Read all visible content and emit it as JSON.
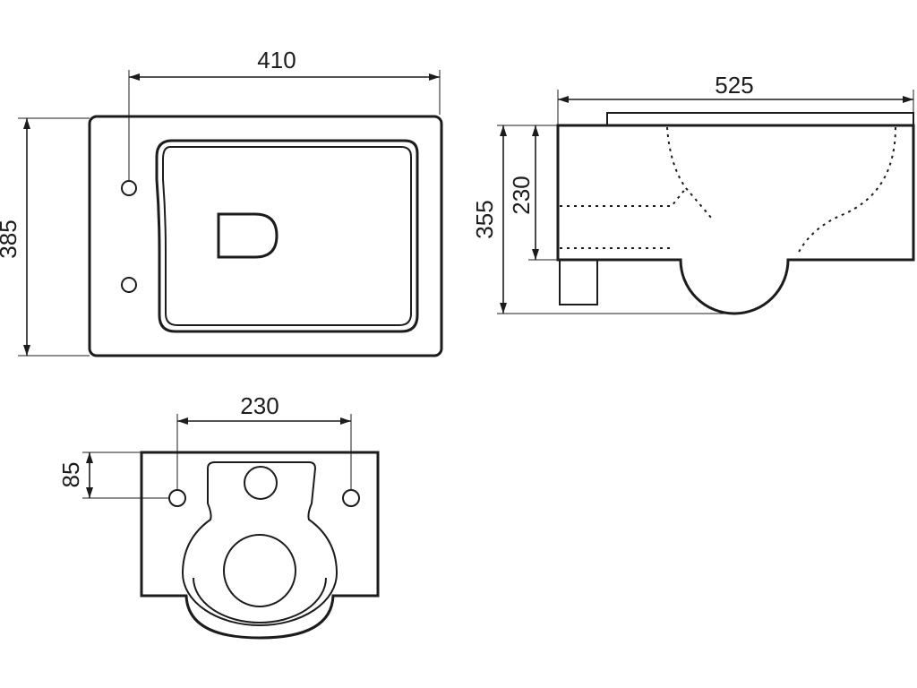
{
  "top_view": {
    "width_label": "410",
    "depth_label": "385"
  },
  "side_view": {
    "length_label": "525",
    "height_label": "355",
    "outlet_height_label": "230"
  },
  "rear_view": {
    "bolt_spacing_label": "230",
    "bolt_height_label": "85"
  },
  "colors": {
    "line": "#1c1c1c",
    "background": "#ffffff"
  }
}
